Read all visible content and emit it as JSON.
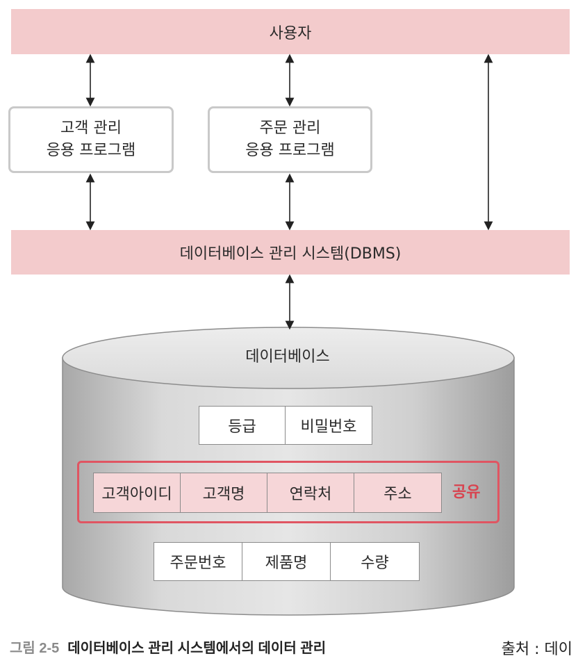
{
  "user_bar": {
    "label": "사용자"
  },
  "apps": [
    {
      "line1": "고객 관리",
      "line2": "응용 프로그램"
    },
    {
      "line1": "주문 관리",
      "line2": "응용 프로그램"
    }
  ],
  "dbms_bar": {
    "label": "데이터베이스 관리 시스템(DBMS)"
  },
  "database": {
    "label": "데이터베이스",
    "top_row": [
      "등급",
      "비밀번호"
    ],
    "shared_row": [
      "고객아이디",
      "고객명",
      "연락처",
      "주소"
    ],
    "shared_label": "공유",
    "bottom_row": [
      "주문번호",
      "제품명",
      "수량"
    ]
  },
  "caption": {
    "number": "그림 2-5",
    "text": "데이터베이스 관리 시스템에서의 데이터 관리"
  },
  "source": "출처 : 데이",
  "colors": {
    "pink_bar": "#f3cbcc",
    "share_red": "#e05562",
    "shared_fill": "#f6d6d8"
  }
}
